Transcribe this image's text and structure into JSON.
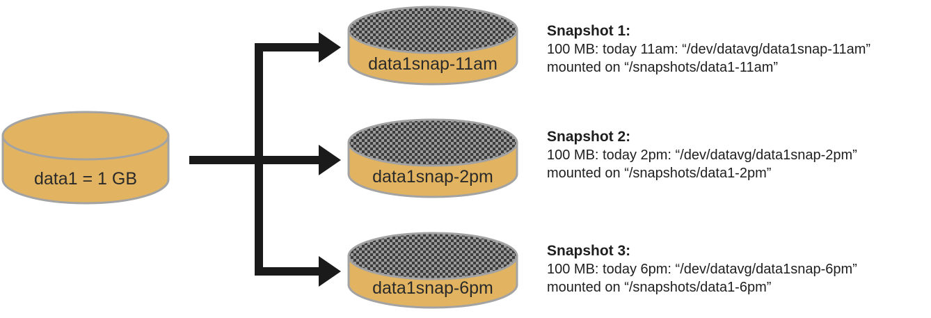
{
  "colors": {
    "disk_fill": "#e2b461",
    "disk_stroke": "#a3a3a3",
    "arrow": "#1a1a1a",
    "checker_dark": "#3c3c3c",
    "checker_light": "#9a9a9a"
  },
  "source": {
    "label": "data1 = 1 GB"
  },
  "snapshots": [
    {
      "disk_label": "data1snap-11am",
      "title": "Snapshot 1:",
      "line1": "100 MB: today 11am: “/dev/datavg/data1snap-11am”",
      "line2": "mounted on “/snapshots/data1-11am”"
    },
    {
      "disk_label": "data1snap-2pm",
      "title": "Snapshot 2:",
      "line1": "100 MB: today 2pm: “/dev/datavg/data1snap-2pm”",
      "line2": "mounted on “/snapshots/data1-2pm”"
    },
    {
      "disk_label": "data1snap-6pm",
      "title": "Snapshot 3:",
      "line1": "100 MB: today 6pm: “/dev/datavg/data1snap-6pm”",
      "line2": "mounted on “/snapshots/data1-6pm”"
    }
  ]
}
